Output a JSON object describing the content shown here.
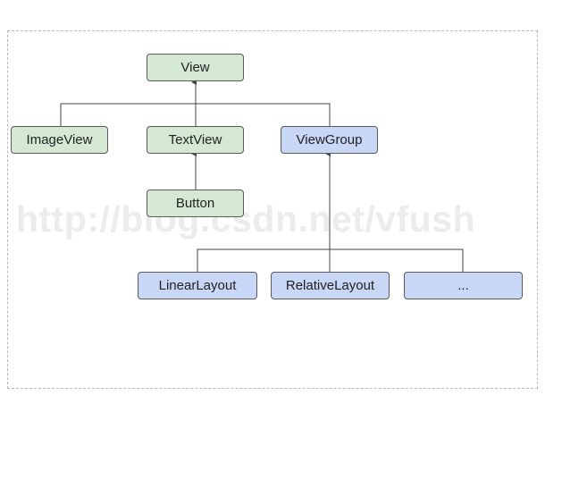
{
  "colors": {
    "view_node_fill": "#d5e8d4",
    "viewgroup_node_fill": "#c8d7f5",
    "border": "#5a5a5a",
    "connector": "#444444"
  },
  "watermark": "http://blog.csdn.net/vfush",
  "nodes": {
    "view": "View",
    "image_view": "ImageView",
    "text_view": "TextView",
    "view_group": "ViewGroup",
    "button": "Button",
    "linear_layout": "LinearLayout",
    "relative_layout": "RelativeLayout",
    "more": "..."
  },
  "edges": [
    {
      "from": "image_view",
      "to": "view"
    },
    {
      "from": "text_view",
      "to": "view"
    },
    {
      "from": "view_group",
      "to": "view"
    },
    {
      "from": "button",
      "to": "text_view"
    },
    {
      "from": "linear_layout",
      "to": "view_group"
    },
    {
      "from": "relative_layout",
      "to": "view_group"
    },
    {
      "from": "more",
      "to": "view_group"
    }
  ]
}
